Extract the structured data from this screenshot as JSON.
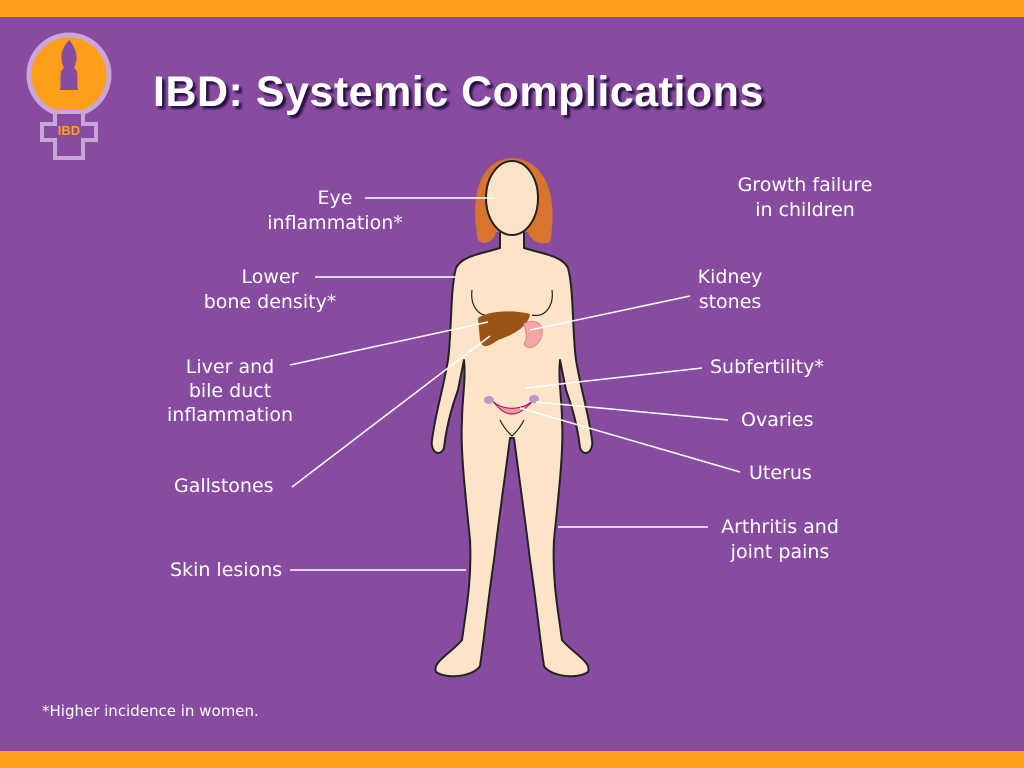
{
  "title": "IBD: Systemic Complications",
  "logo": {
    "text": "IBD"
  },
  "labels": {
    "eye": [
      "Eye",
      "inflammation*"
    ],
    "bone": [
      "Lower",
      "bone density*"
    ],
    "liver": [
      "Liver and",
      "bile duct",
      "inflammation"
    ],
    "gallstones": "Gallstones",
    "skin": "Skin lesions",
    "growth": [
      "Growth failure",
      "in children"
    ],
    "kidney": [
      "Kidney",
      "stones"
    ],
    "subfertility": "Subfertility*",
    "ovaries": "Ovaries",
    "uterus": "Uterus",
    "arthritis": [
      "Arthritis and",
      "joint pains"
    ]
  },
  "footnote": "*Higher incidence in women.",
  "colors": {
    "background": "#874ca0",
    "accent": "#ff9e1b",
    "skin": "#fde3c8",
    "hair": "#d9742e"
  }
}
